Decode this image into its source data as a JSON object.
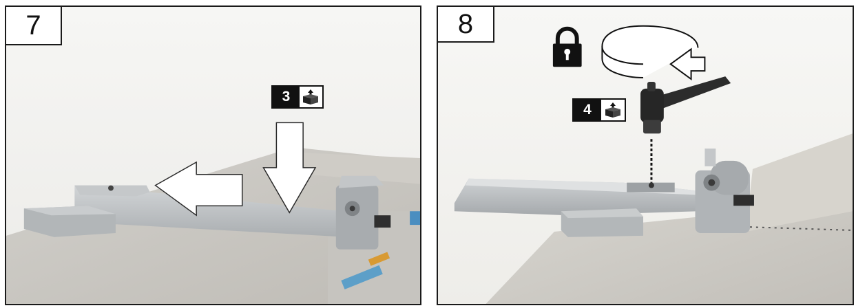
{
  "panels": [
    {
      "step_number": "7",
      "badge_number": "3"
    },
    {
      "step_number": "8",
      "badge_number": "4"
    }
  ],
  "colors": {
    "frame": "#1a1a1a",
    "table_surface": "#d8d6d0",
    "fence_gray": "#b9bcbe",
    "arrow_fill": "#ffffff",
    "badge_black": "#111111"
  },
  "icons": {
    "panel7": [
      "slide-left-arrow-icon",
      "press-down-arrow-icon",
      "unpack-box-icon"
    ],
    "panel8": [
      "lock-icon",
      "rotate-arrow-icon",
      "unpack-box-icon",
      "clamping-lever-icon"
    ]
  }
}
